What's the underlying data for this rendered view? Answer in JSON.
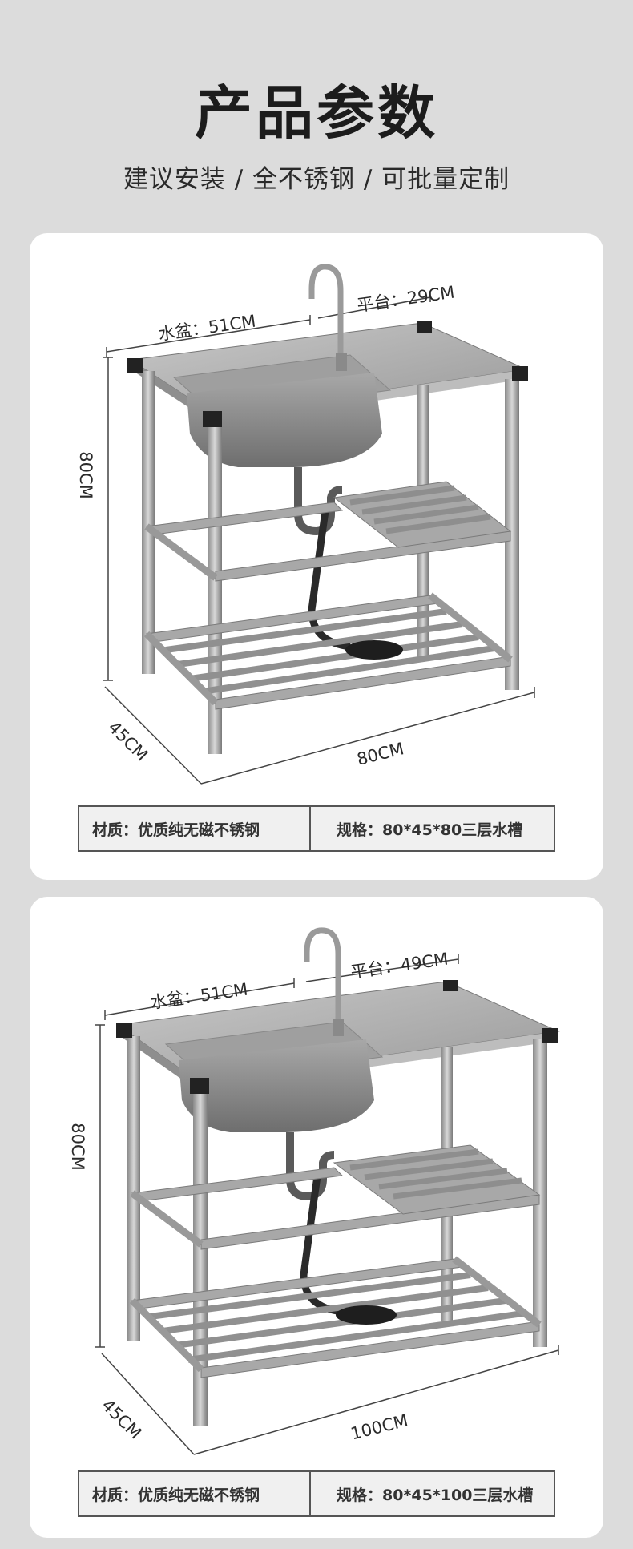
{
  "header": {
    "title": "产品参数",
    "subtitle": "建议安装 / 全不锈钢 / 可批量定制"
  },
  "products": [
    {
      "basin": "水盆：51CM",
      "platform": "平台：29CM",
      "height": "80CM",
      "depth": "45CM",
      "length": "80CM",
      "material": "材质：优质纯无磁不锈钢",
      "spec": "规格：80*45*80三层水槽"
    },
    {
      "basin": "水盆：51CM",
      "platform": "平台：49CM",
      "height": "80CM",
      "depth": "45CM",
      "length": "100CM",
      "material": "材质：优质纯无磁不锈钢",
      "spec": "规格：80*45*100三层水槽"
    }
  ]
}
